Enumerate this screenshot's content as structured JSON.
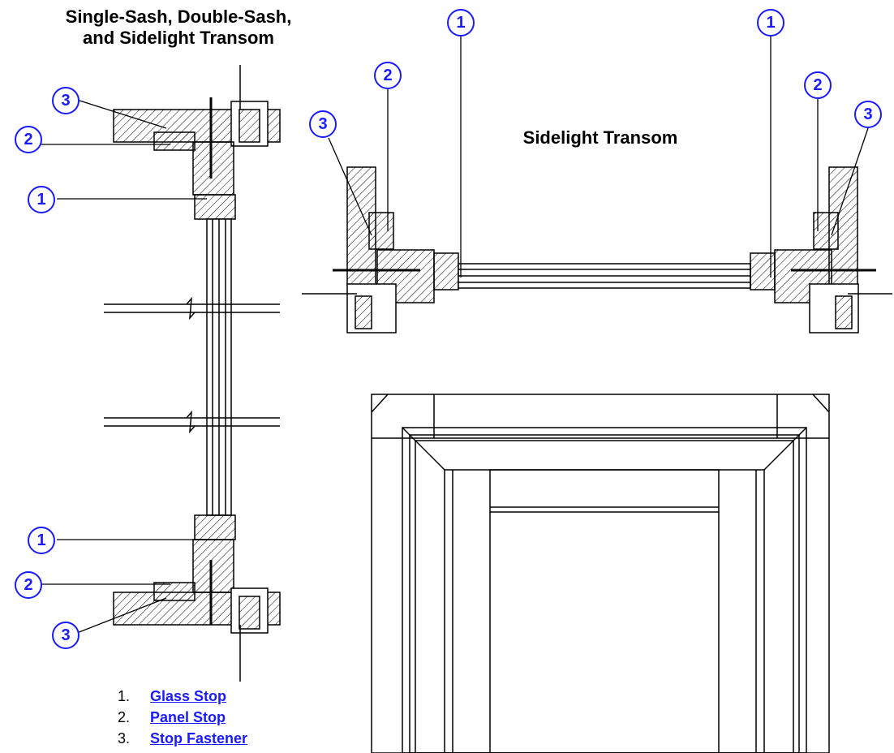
{
  "titles": {
    "left_line1": "Single-Sash, Double-Sash,",
    "left_line2": "and Sidelight Transom",
    "right": "Sidelight Transom"
  },
  "callouts": [
    {
      "id": "c1-top-left",
      "label": "3"
    },
    {
      "id": "c2-top-left",
      "label": "2"
    },
    {
      "id": "c3-mid-left",
      "label": "1"
    },
    {
      "id": "c4-low-left",
      "label": "1"
    },
    {
      "id": "c5-bottom-left",
      "label": "2"
    },
    {
      "id": "c6-bottom-left",
      "label": "3"
    },
    {
      "id": "c7-top-center",
      "label": "1"
    },
    {
      "id": "c8-top-center",
      "label": "2"
    },
    {
      "id": "c9-top-center",
      "label": "3"
    },
    {
      "id": "c10-top-right",
      "label": "1"
    },
    {
      "id": "c11-top-right",
      "label": "2"
    },
    {
      "id": "c12-top-right",
      "label": "3"
    }
  ],
  "legend": [
    {
      "num": "1.",
      "label": "Glass Stop"
    },
    {
      "num": "2.",
      "label": "Panel Stop"
    },
    {
      "num": "3.",
      "label": "Stop Fastener"
    }
  ],
  "colors": {
    "callout": "#1a1aff",
    "line": "#000000",
    "link": "#1a1aff"
  }
}
